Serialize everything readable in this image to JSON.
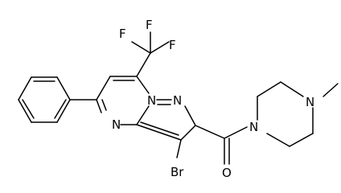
{
  "atoms": {
    "f_top": "F",
    "f_left": "F",
    "f_right": "F",
    "n_bridge": "N",
    "n_pyrazole": "N",
    "n_pyrimidine": "N",
    "br": "Br",
    "o": "O",
    "n_piperazine_amide": "N",
    "n_piperazine_methyl": "N"
  }
}
